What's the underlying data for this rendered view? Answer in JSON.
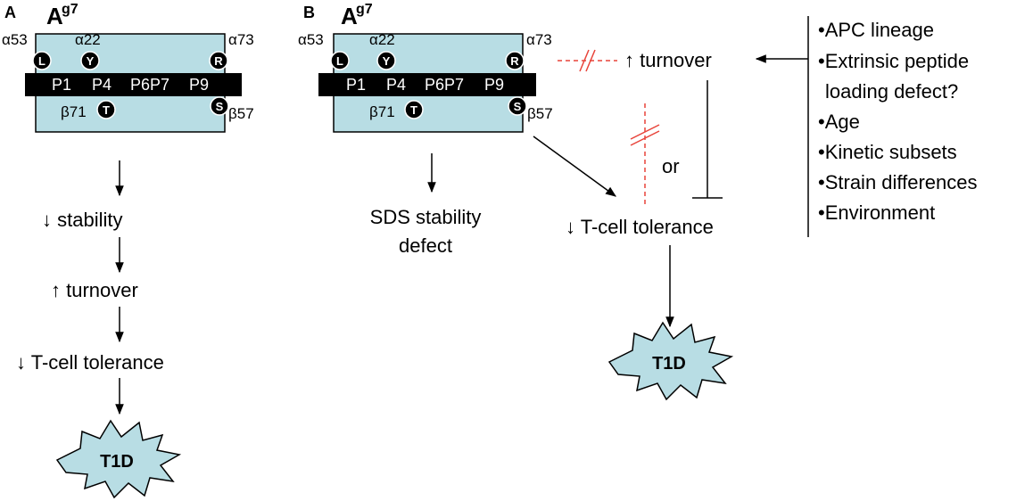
{
  "panel_a": {
    "letter": "A",
    "molecule": {
      "name": "A",
      "superscript": "g7"
    },
    "residues": {
      "a53": {
        "label": "α53",
        "letter": "L"
      },
      "a22": {
        "label": "α22",
        "letter": "Y"
      },
      "a73": {
        "label": "α73",
        "letter": "R"
      },
      "b71": {
        "label": "β71",
        "letter": "T"
      },
      "b57": {
        "label": "β57",
        "letter": "S"
      }
    },
    "pockets": [
      "P1",
      "P4",
      "P6P7",
      "P9"
    ],
    "steps": [
      "↓ stability",
      "↑ turnover",
      "↓ T-cell tolerance"
    ],
    "outcome": "T1D"
  },
  "panel_b": {
    "letter": "B",
    "molecule": {
      "name": "A",
      "superscript": "g7"
    },
    "residues": {
      "a53": {
        "label": "α53",
        "letter": "L"
      },
      "a22": {
        "label": "α22",
        "letter": "Y"
      },
      "a73": {
        "label": "α73",
        "letter": "R"
      },
      "b71": {
        "label": "β71",
        "letter": "T"
      },
      "b57": {
        "label": "β57",
        "letter": "S"
      }
    },
    "pockets": [
      "P1",
      "P4",
      "P6P7",
      "P9"
    ],
    "sds_line1": "SDS stability",
    "sds_line2": "defect",
    "turnover": "↑ turnover",
    "tolerance": "↓ T-cell tolerance",
    "or_label": "or",
    "outcome": "T1D",
    "factors": [
      "•APC lineage",
      "•Extrinsic peptide",
      "loading defect?",
      "•Age",
      "•Kinetic subsets",
      "•Strain differences",
      "•Environment"
    ]
  },
  "colors": {
    "box_fill": "#b8dde4",
    "bar": "#000000",
    "dashed": "#e8443a",
    "star_fill": "#b8dde4"
  }
}
